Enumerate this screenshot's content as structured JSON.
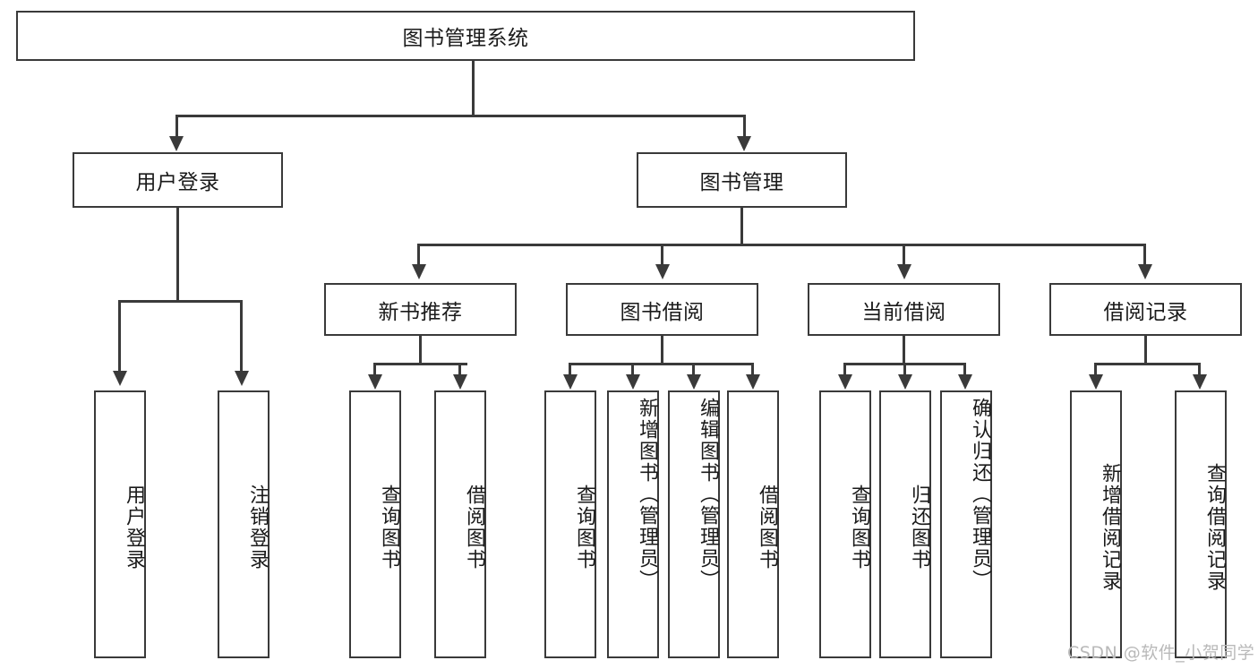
{
  "diagram": {
    "type": "tree",
    "title_node": {
      "label": "图书管理系统"
    },
    "level1": [
      {
        "id": "user-login",
        "label": "用户登录"
      },
      {
        "id": "book-management",
        "label": "图书管理"
      }
    ],
    "level2": [
      {
        "id": "new-book-recommend",
        "label": "新书推荐",
        "parent": "book-management"
      },
      {
        "id": "book-borrow",
        "label": "图书借阅",
        "parent": "book-management"
      },
      {
        "id": "current-borrow",
        "label": "当前借阅",
        "parent": "book-management"
      },
      {
        "id": "borrow-record",
        "label": "借阅记录",
        "parent": "book-management"
      }
    ],
    "leaves": [
      {
        "id": "leaf-user-login",
        "label": "用户登录",
        "parent": "user-login"
      },
      {
        "id": "leaf-logout",
        "label": "注销登录",
        "parent": "user-login"
      },
      {
        "id": "leaf-query-book-1",
        "label": "查询图书",
        "parent": "new-book-recommend"
      },
      {
        "id": "leaf-borrow-book-1",
        "label": "借阅图书",
        "parent": "new-book-recommend"
      },
      {
        "id": "leaf-query-book-2",
        "label": "查询图书",
        "parent": "book-borrow"
      },
      {
        "id": "leaf-add-book",
        "label": "新增图书（管理员）",
        "parent": "book-borrow"
      },
      {
        "id": "leaf-edit-book",
        "label": "编辑图书（管理员）",
        "parent": "book-borrow"
      },
      {
        "id": "leaf-borrow-book-2",
        "label": "借阅图书",
        "parent": "book-borrow"
      },
      {
        "id": "leaf-query-book-3",
        "label": "查询图书",
        "parent": "current-borrow"
      },
      {
        "id": "leaf-return-book",
        "label": "归还图书",
        "parent": "current-borrow"
      },
      {
        "id": "leaf-confirm-return",
        "label": "确认归还（管理员）",
        "parent": "current-borrow"
      },
      {
        "id": "leaf-add-record",
        "label": "新增借阅记录",
        "parent": "borrow-record"
      },
      {
        "id": "leaf-query-record",
        "label": "查询借阅记录",
        "parent": "borrow-record"
      }
    ],
    "watermark": "CSDN @软件_小贺同学",
    "colors": {
      "stroke": "#3a3a3a",
      "fill": "#ffffff",
      "text": "#1a1a1a",
      "watermark": "#b9b9b9"
    }
  }
}
